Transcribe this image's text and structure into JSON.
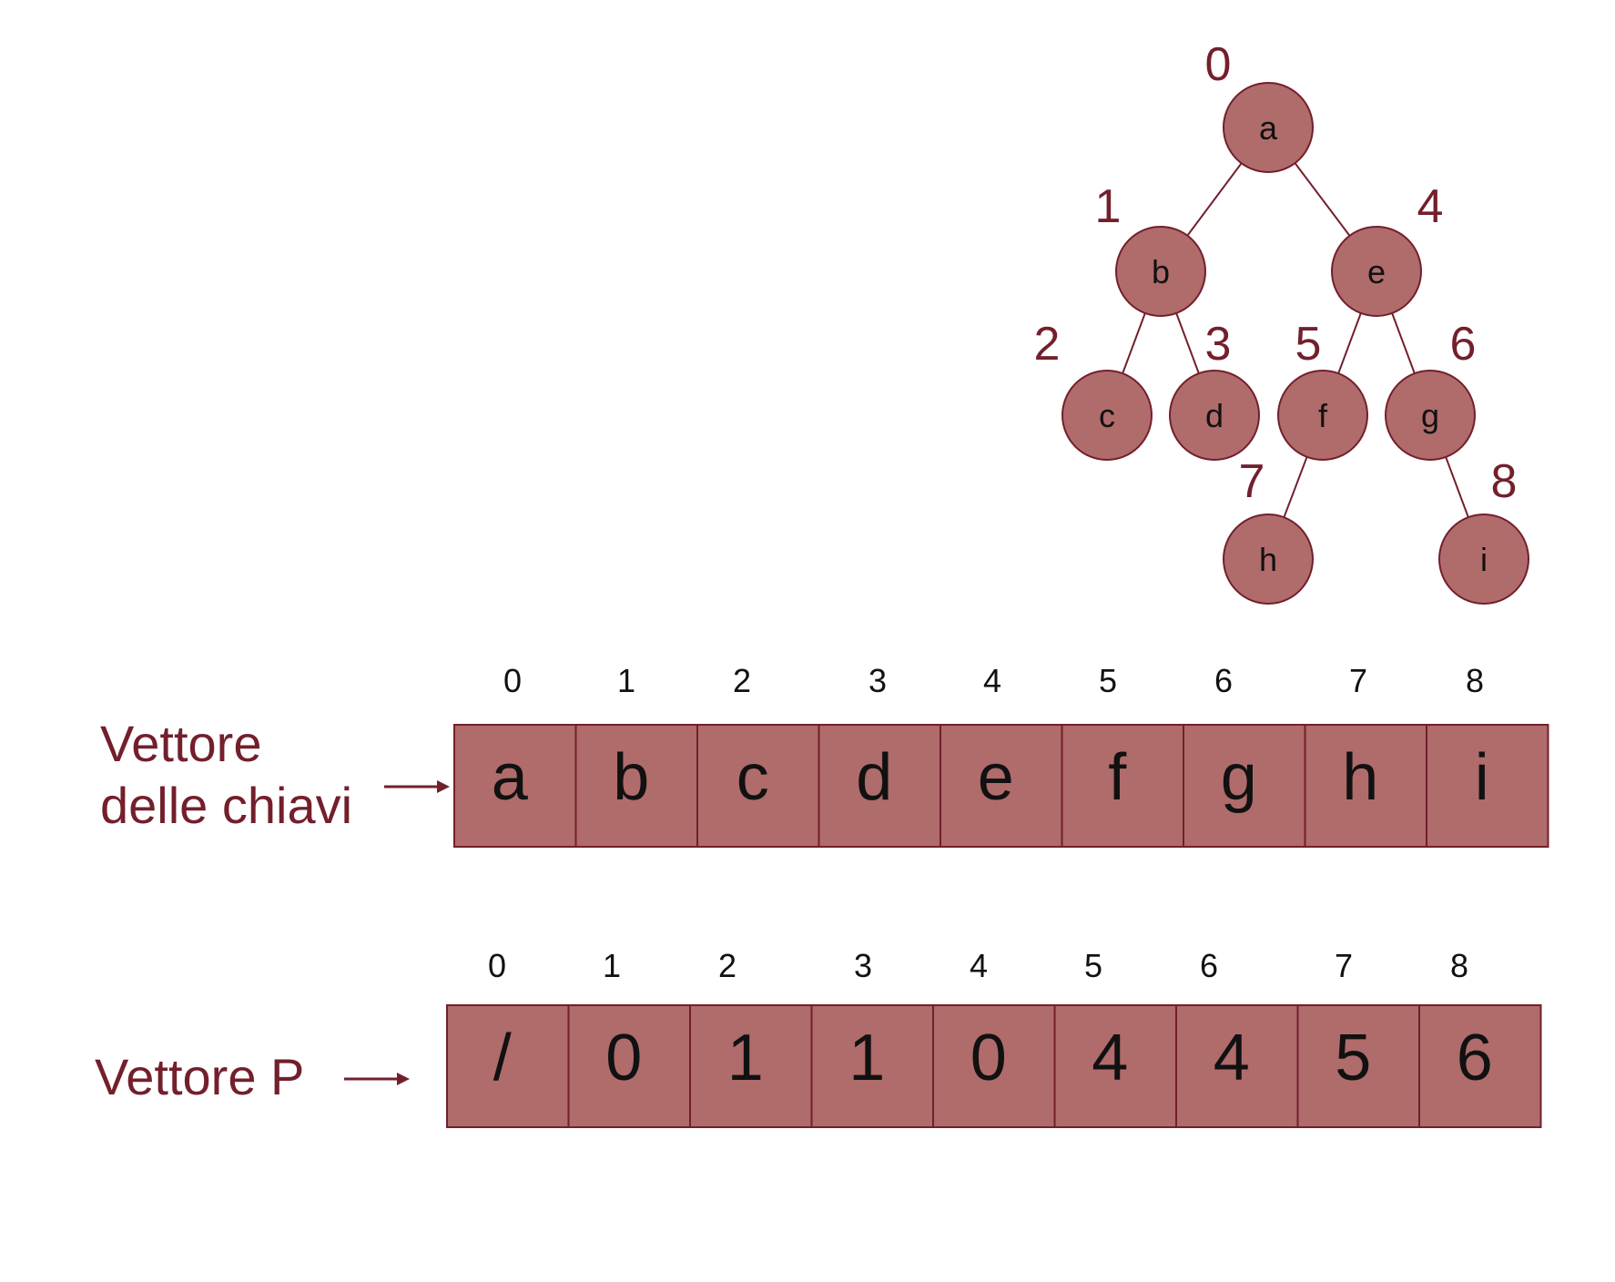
{
  "colors": {
    "node_fill": "#b06b6b",
    "stroke": "#731f2c",
    "label_accent": "#731f2c",
    "text": "#111111"
  },
  "tree": {
    "nodes": [
      {
        "key": "a",
        "index": "0",
        "parent": null
      },
      {
        "key": "b",
        "index": "1",
        "parent": "a"
      },
      {
        "key": "e",
        "index": "4",
        "parent": "a"
      },
      {
        "key": "c",
        "index": "2",
        "parent": "b"
      },
      {
        "key": "d",
        "index": "3",
        "parent": "b"
      },
      {
        "key": "f",
        "index": "5",
        "parent": "e"
      },
      {
        "key": "g",
        "index": "6",
        "parent": "e"
      },
      {
        "key": "h",
        "index": "7",
        "parent": "f"
      },
      {
        "key": "i",
        "index": "8",
        "parent": "g"
      }
    ]
  },
  "keys_vector": {
    "title_line1": "Vettore",
    "title_line2": "delle chiavi",
    "indices": [
      "0",
      "1",
      "2",
      "3",
      "4",
      "5",
      "6",
      "7",
      "8"
    ],
    "cells": [
      "a",
      "b",
      "c",
      "d",
      "e",
      "f",
      "g",
      "h",
      "i"
    ]
  },
  "p_vector": {
    "title": "Vettore P",
    "indices": [
      "0",
      "1",
      "2",
      "3",
      "4",
      "5",
      "6",
      "7",
      "8"
    ],
    "cells": [
      "/",
      "0",
      "1",
      "1",
      "0",
      "4",
      "4",
      "5",
      "6"
    ]
  }
}
